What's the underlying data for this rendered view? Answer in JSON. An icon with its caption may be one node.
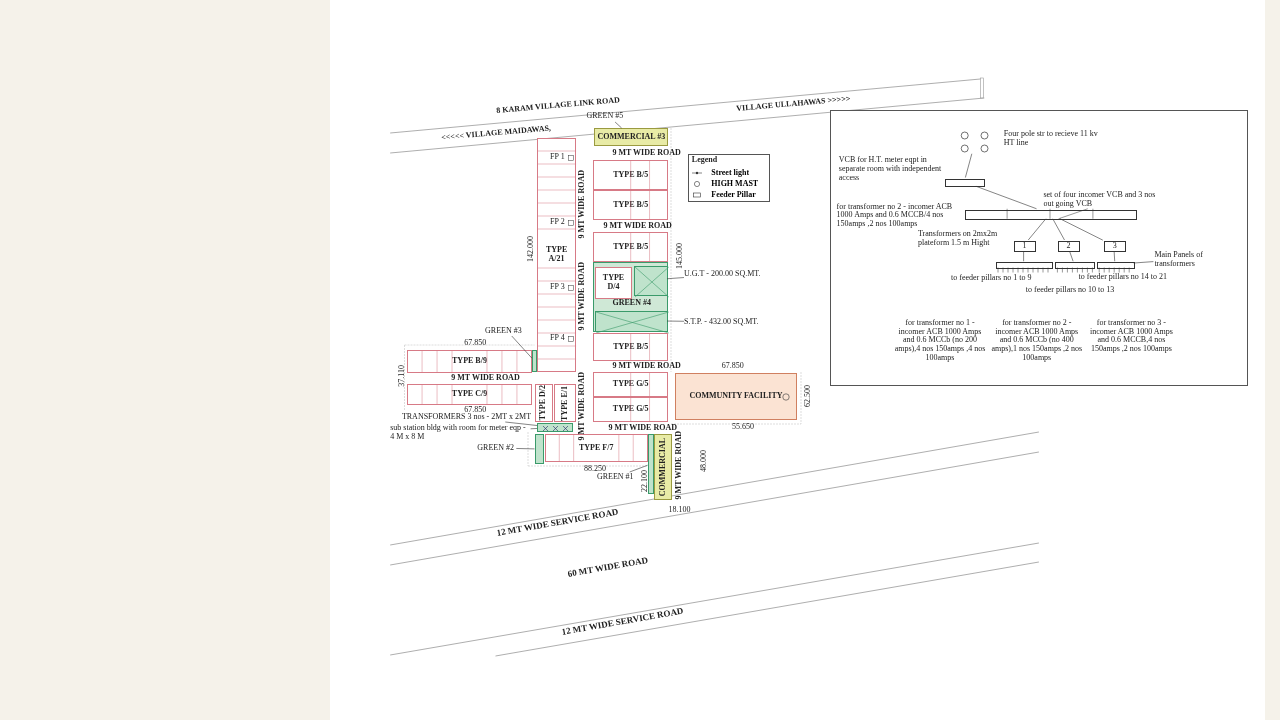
{
  "diagram": {
    "nodes": [
      {
        "text": [
          "COMMERCIAL #3"
        ]
      },
      {
        "text": [
          "TYPE A/21"
        ]
      },
      {
        "text": [
          "TYPE B/5"
        ]
      },
      {
        "text": [
          "TYPE B/5"
        ]
      },
      {
        "text": [
          "TYPE B/5"
        ]
      },
      {
        "text": [
          "GREEN #4"
        ]
      },
      {
        "text": [
          "TYPE D/4"
        ],
        "in": 5
      },
      {
        "text": [],
        "shape": "box",
        "in": 5
      },
      {
        "text": [],
        "shape": "box",
        "in": 5
      },
      {
        "text": [
          "TYPE B/5"
        ]
      },
      {
        "text": [
          "TYPE B/9"
        ]
      },
      {
        "text": [
          "TYPE C/9"
        ]
      },
      {
        "text": [
          "TYPE D/2"
        ]
      },
      {
        "text": [
          "TYPE E/1"
        ]
      },
      {
        "text": [
          "TYPE G/5"
        ]
      },
      {
        "text": [
          "TYPE G/5"
        ]
      },
      {
        "text": [
          "COMMUNITY FACILITY"
        ]
      },
      {
        "text": [
          "TYPE F/7"
        ]
      },
      {
        "text": [
          "COMMERCIAL"
        ]
      },
      {
        "text": [],
        "shape": "bar"
      },
      {
        "text": [],
        "shape": "box"
      },
      {
        "text": [],
        "shape": "bar"
      },
      {
        "text": [],
        "shape": "bar"
      },
      {
        "text": [
          "GREEN #5"
        ]
      },
      {
        "text": [
          "U.G.T - 200.00 SQ.MT."
        ]
      },
      {
        "text": [
          "S.T.P. - 432.00 SQ.MT."
        ]
      },
      {
        "text": [
          "GREEN #3"
        ]
      },
      {
        "text": [
          "TRANSFORMERS 3 nos - 2MT x 2MT"
        ]
      },
      {
        "text": [
          "sub station bldg with room for meter eqp - 4 M x 8 M"
        ]
      },
      {
        "text": [
          "GREEN #2"
        ]
      },
      {
        "text": [
          "GREEN #1"
        ]
      },
      {
        "text": [],
        "shape": "box"
      },
      {
        "text": [],
        "shape": "circle",
        "in": 31,
        "beside": [
          "Four pole str to recieve 11 kv HT line"
        ]
      },
      {
        "text": [],
        "shape": "box",
        "in": 31,
        "beside": [
          "VCB for H.T. meter eqpt in separate room with independent access"
        ]
      },
      {
        "text": [],
        "shape": "box",
        "in": 31,
        "beside": [
          "set of four incomer VCB and 3 nos out going VCB"
        ]
      },
      {
        "text": [
          "1"
        ],
        "in": 31,
        "beside": [
          "Transformers on 2mx2m plateform 1.5 m Hight"
        ]
      },
      {
        "text": [
          "2"
        ],
        "in": 31
      },
      {
        "text": [
          "3"
        ],
        "in": 31
      },
      {
        "text": [],
        "shape": "bar",
        "in": 31
      },
      {
        "text": [],
        "shape": "bar",
        "in": 31
      },
      {
        "text": [],
        "shape": "bar",
        "in": 31
      },
      {
        "text": [
          "Main Panels of transformers"
        ],
        "in": 31
      }
    ],
    "edges": [
      {
        "from": 23,
        "to": 0,
        "arrow": "none"
      },
      {
        "from": 24,
        "to": 7,
        "arrow": "none"
      },
      {
        "from": 25,
        "to": 8,
        "arrow": "none"
      },
      {
        "from": 26,
        "to": 19,
        "arrow": "none"
      },
      {
        "from": 27,
        "to": 20,
        "arrow": "none"
      },
      {
        "from": 28,
        "to": 20,
        "arrow": "none"
      },
      {
        "from": 29,
        "to": 21,
        "arrow": "none"
      },
      {
        "from": 30,
        "to": 22,
        "arrow": "none"
      },
      {
        "from": 32,
        "to": 33,
        "arrow": "none"
      },
      {
        "from": 33,
        "to": 34,
        "arrow": "none"
      },
      {
        "from": 34,
        "to": 35,
        "arrow": "none"
      },
      {
        "from": 34,
        "to": 36,
        "arrow": "none"
      },
      {
        "from": 34,
        "to": 37,
        "arrow": "none"
      },
      {
        "from": 35,
        "to": 38,
        "arrow": "none"
      },
      {
        "from": 36,
        "to": 39,
        "arrow": "none"
      },
      {
        "from": 37,
        "to": 40,
        "arrow": "none"
      },
      {
        "from": 41,
        "to": 40,
        "arrow": "none"
      }
    ],
    "labels": [
      "8 KARAM VILLAGE LINK ROAD",
      "<<<<< VILLAGE MAIDAWAS,",
      "VILLAGE ULLAHAWAS >>>>>",
      "9 MT WIDE ROAD",
      "9 MT WIDE ROAD",
      "9 MT WIDE ROAD",
      "9 MT WIDE ROAD",
      "9 MT WIDE ROAD",
      "9 MT WIDE ROAD",
      "9 MT WIDE ROAD",
      "9 MT WIDE ROAD",
      "9 MT WIDE ROAD",
      "12 MT WIDE SERVICE ROAD",
      "60 MT WIDE ROAD",
      "12 MT WIDE SERVICE ROAD",
      "Legend",
      "142.000",
      "145.000",
      "67.850",
      "37.110",
      "67.850",
      "67.850",
      "55.650",
      "88.250",
      "18.100",
      "48.000",
      "22.100",
      "62.500",
      "FP 1",
      "FP 2",
      "FP 3",
      "FP 4",
      "for transformer no 2 - incomer ACB 1000 Amps and 0.6 MCCB/4 nos 150amps ,2 nos 100amps",
      "to feeder pillars no 1 to 9",
      "to feeder pillars no 14 to 21",
      "to feeder pillars no 10 to 13",
      "for transformer no 1 - incomer ACB 1000 Amps and 0.6 MCCb (no 200 amps),4 nos 150amps ,4 nos 100amps",
      "for transformer no 2 - incomer ACB 1000 Amps and 0.6 MCCb (no 400 amps),1 nos 150amps ,2 nos 100amps",
      "for transformer no 3 - incomer ACB 1000 Amps and 0.6 MCCB,4 nos 150amps ,2 nos 100amps"
    ],
    "legend": [
      {
        "text": "Street light"
      },
      {
        "text": "HIGH MAST"
      },
      {
        "text": "Feeder Pillar"
      }
    ]
  }
}
